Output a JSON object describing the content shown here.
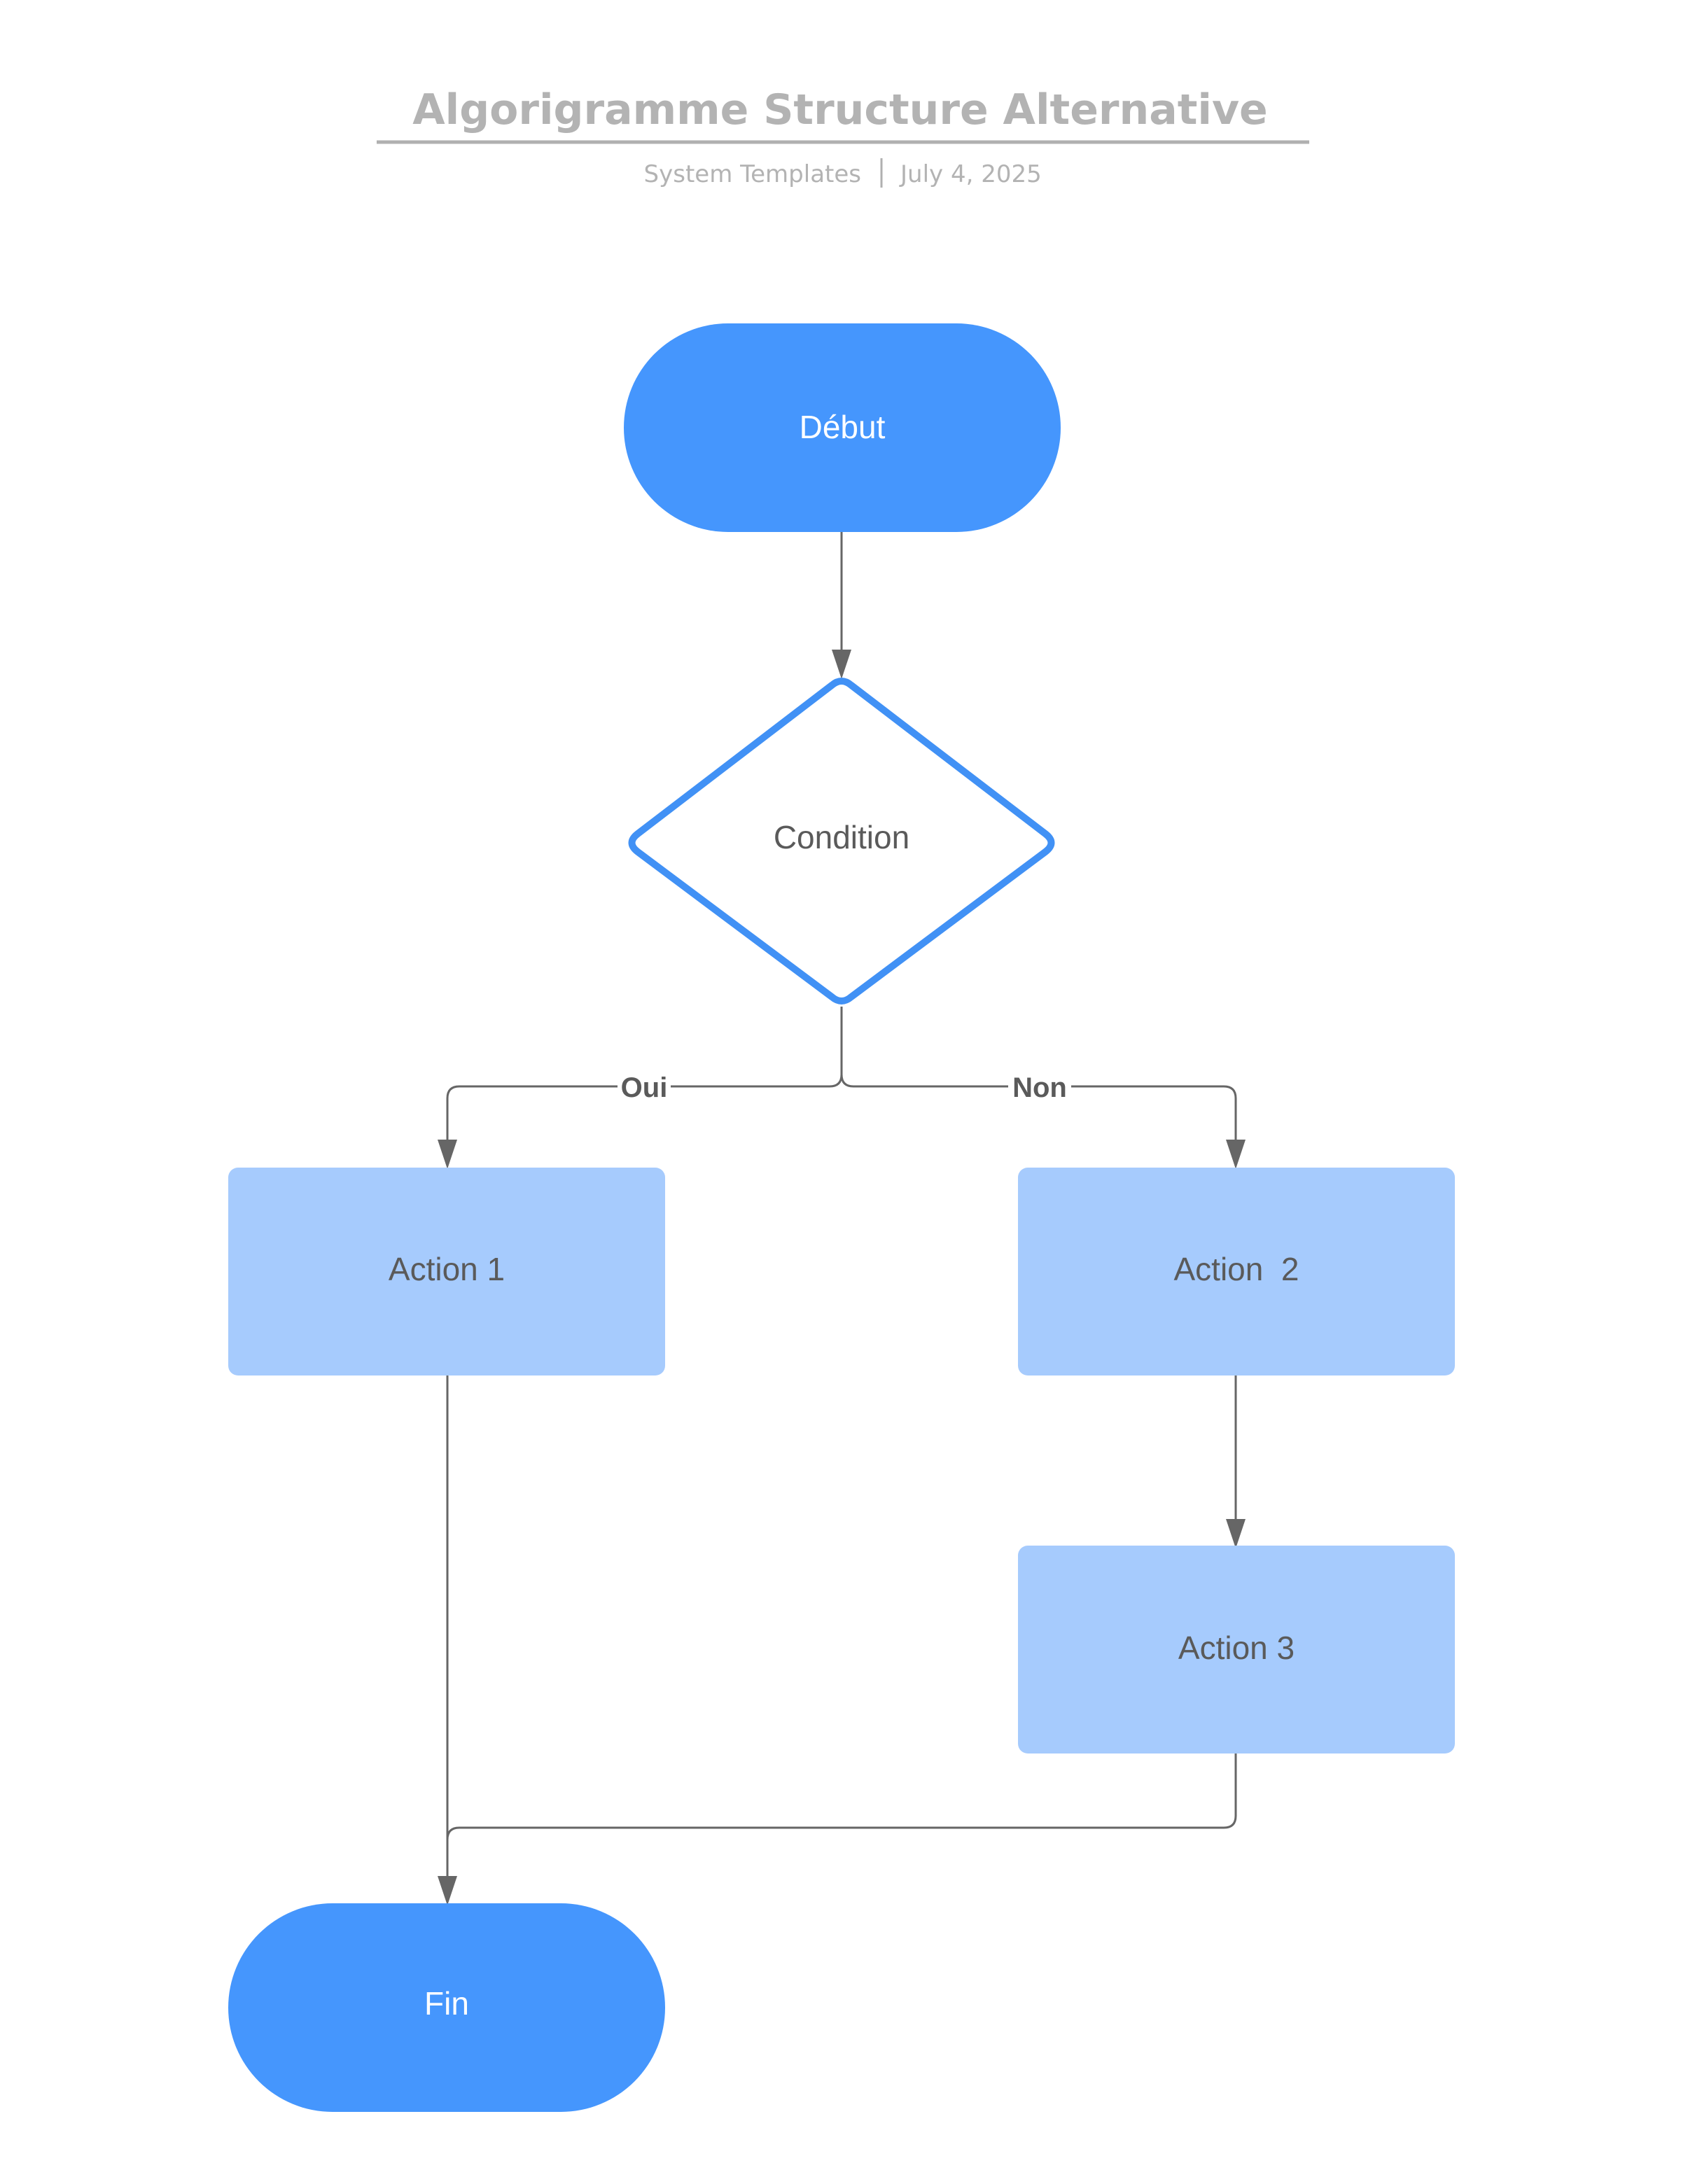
{
  "header": {
    "title": "Algorigramme Structure Alternative",
    "author": "System Templates",
    "date": "July 4, 2025"
  },
  "nodes": {
    "start": {
      "label": "Début",
      "shape": "terminator"
    },
    "condition": {
      "label": "Condition",
      "shape": "decision"
    },
    "action1": {
      "label": "Action 1",
      "shape": "process"
    },
    "action2": {
      "label": "Action  2",
      "shape": "process"
    },
    "action3": {
      "label": "Action 3",
      "shape": "process"
    },
    "end": {
      "label": "Fin",
      "shape": "terminator"
    }
  },
  "edges": {
    "yes_label": "Oui",
    "no_label": "Non",
    "connections": [
      {
        "from": "start",
        "to": "condition"
      },
      {
        "from": "condition",
        "to": "action1",
        "label": "Oui"
      },
      {
        "from": "condition",
        "to": "action2",
        "label": "Non"
      },
      {
        "from": "action2",
        "to": "action3"
      },
      {
        "from": "action1",
        "to": "end"
      },
      {
        "from": "action3",
        "to": "end"
      }
    ]
  },
  "colors": {
    "terminator_fill": "#4596fd",
    "decision_stroke": "#4191f5",
    "process_fill": "#a6cbfd",
    "connector": "#666666",
    "header_text": "#b3b3b3",
    "header_rule": "#b0b0b0",
    "node_text_dark": "#5a5a5a",
    "node_text_light": "#ffffff"
  }
}
